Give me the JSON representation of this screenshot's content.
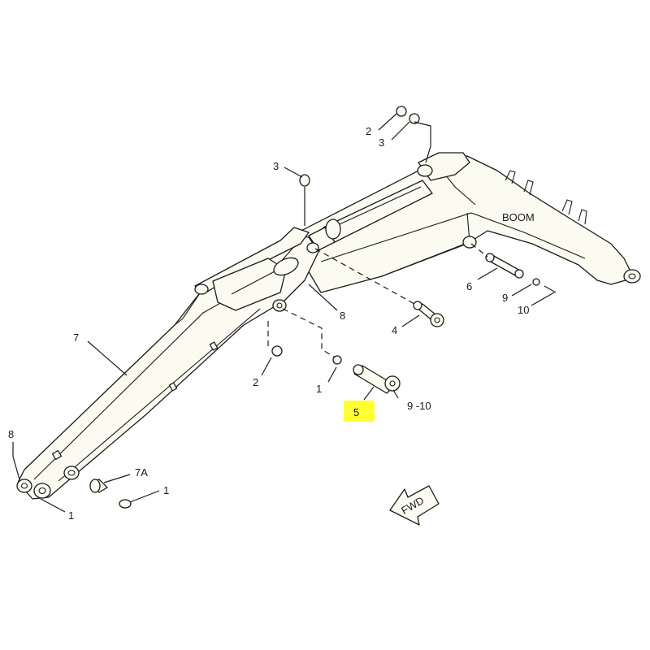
{
  "diagram": {
    "part_labels": {
      "boom": "BOOM",
      "fwd": "FWD"
    },
    "highlight_color": "#ffff33",
    "callouts": [
      {
        "id": "c-2-top",
        "text": "2"
      },
      {
        "id": "c-3-top",
        "text": "3"
      },
      {
        "id": "c-3-mid",
        "text": "3"
      },
      {
        "id": "c-8-mid",
        "text": "8"
      },
      {
        "id": "c-4",
        "text": "4"
      },
      {
        "id": "c-6",
        "text": "6"
      },
      {
        "id": "c-9",
        "text": "9"
      },
      {
        "id": "c-10",
        "text": "10"
      },
      {
        "id": "c-7",
        "text": "7"
      },
      {
        "id": "c-2-low",
        "text": "2"
      },
      {
        "id": "c-1-mid",
        "text": "1"
      },
      {
        "id": "c-5",
        "text": "5"
      },
      {
        "id": "c-9-10",
        "text": "9 -10"
      },
      {
        "id": "c-8-left",
        "text": "8"
      },
      {
        "id": "c-7a",
        "text": "7A"
      },
      {
        "id": "c-1-right",
        "text": "1"
      },
      {
        "id": "c-1-bottom",
        "text": "1"
      }
    ]
  }
}
